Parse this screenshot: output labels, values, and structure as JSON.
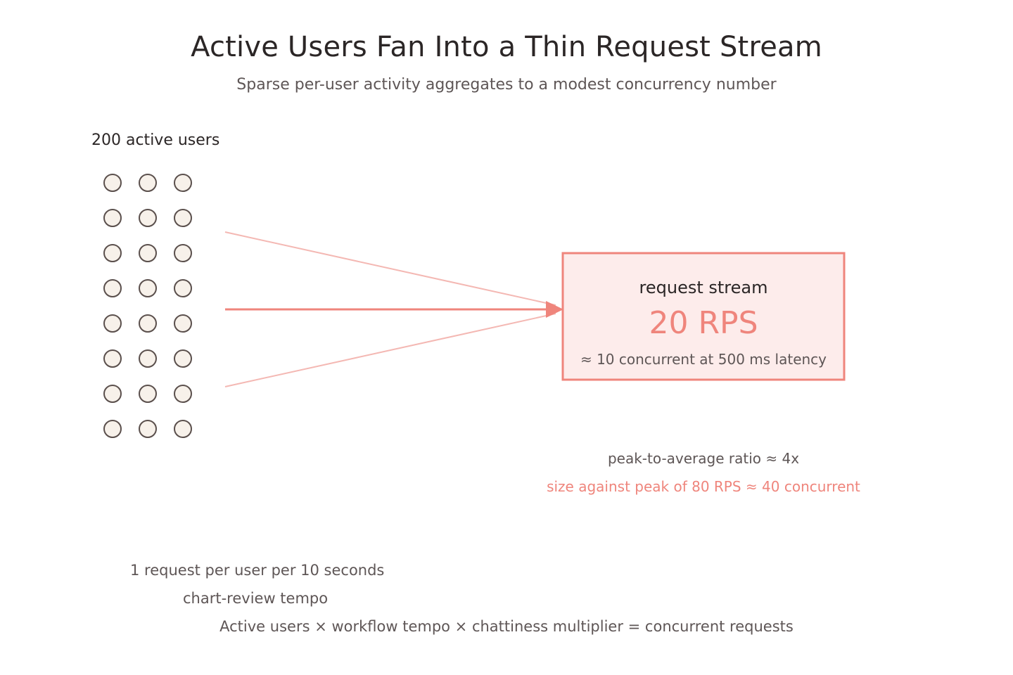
{
  "header": {
    "title": "Active Users Fan Into a Thin Request Stream",
    "subtitle": "Sparse per-user activity aggregates to a modest concurrency number"
  },
  "users": {
    "label": "200 active users",
    "grid_rows": 8,
    "grid_cols": 3
  },
  "stream_box": {
    "title": "request stream",
    "value": "20 RPS",
    "note": "≈ 10 concurrent at 500 ms latency"
  },
  "peak": {
    "ratio": "peak-to-average ratio ≈ 4x",
    "sizing": "size against peak of 80 RPS ≈ 40 concurrent"
  },
  "notes": {
    "rate": "1 request per user per 10 seconds",
    "tempo": "chart-review tempo",
    "formula": "Active users × workflow tempo × chattiness multiplier = concurrent requests"
  },
  "colors": {
    "accent": "#ef857c",
    "accent_light": "#f4b8b3",
    "box_fill": "#fdeceb",
    "user_fill": "#f7f1ea",
    "user_stroke": "#5a4f4c",
    "text": "#2b2626",
    "muted": "#5e5656"
  }
}
